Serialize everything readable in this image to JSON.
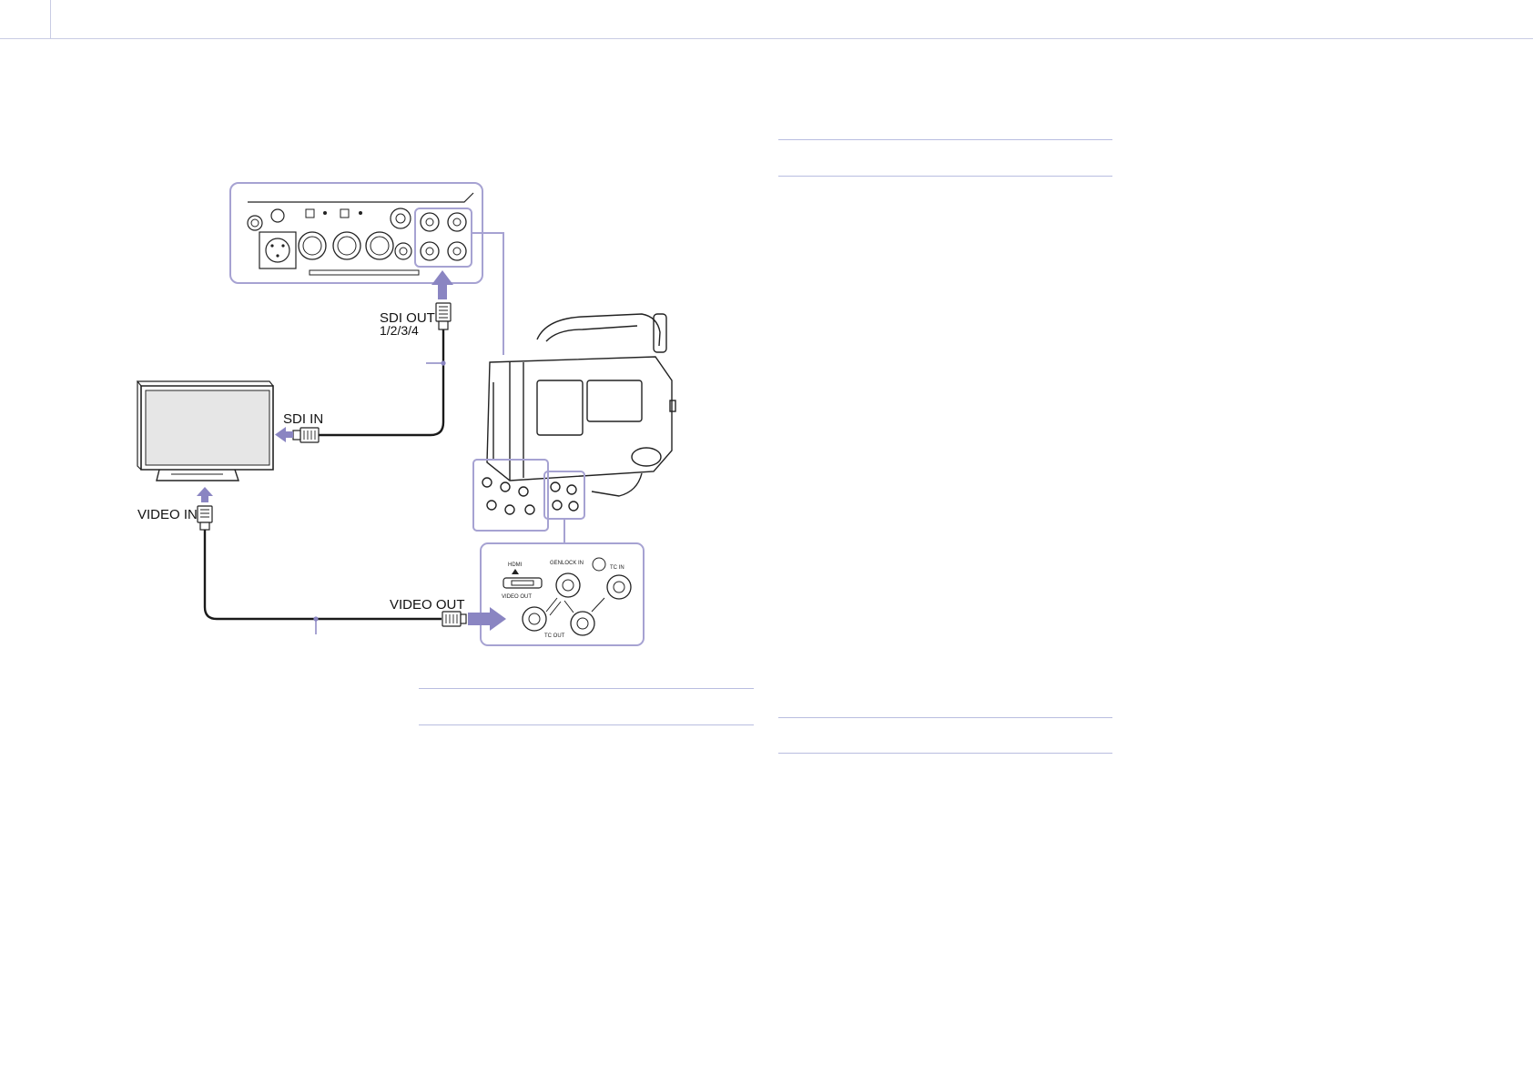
{
  "labels": {
    "sdi_out": "SDI OUT",
    "sdi_out_channels": "1/2/3/4",
    "sdi_in": "SDI IN",
    "video_in": "VIDEO IN",
    "video_out": "VIDEO OUT"
  },
  "panel_labels": {
    "hdmi": "HDMI",
    "genlock_in": "GENLOCK IN",
    "tc_in": "TC IN",
    "video_out": "VIDEO OUT",
    "tc_out": "TC OUT"
  },
  "colors": {
    "accent": "#8a85c2",
    "panel_border": "#a6a2d2",
    "rule": "#b9bde0",
    "line": "#1a1a1a"
  }
}
